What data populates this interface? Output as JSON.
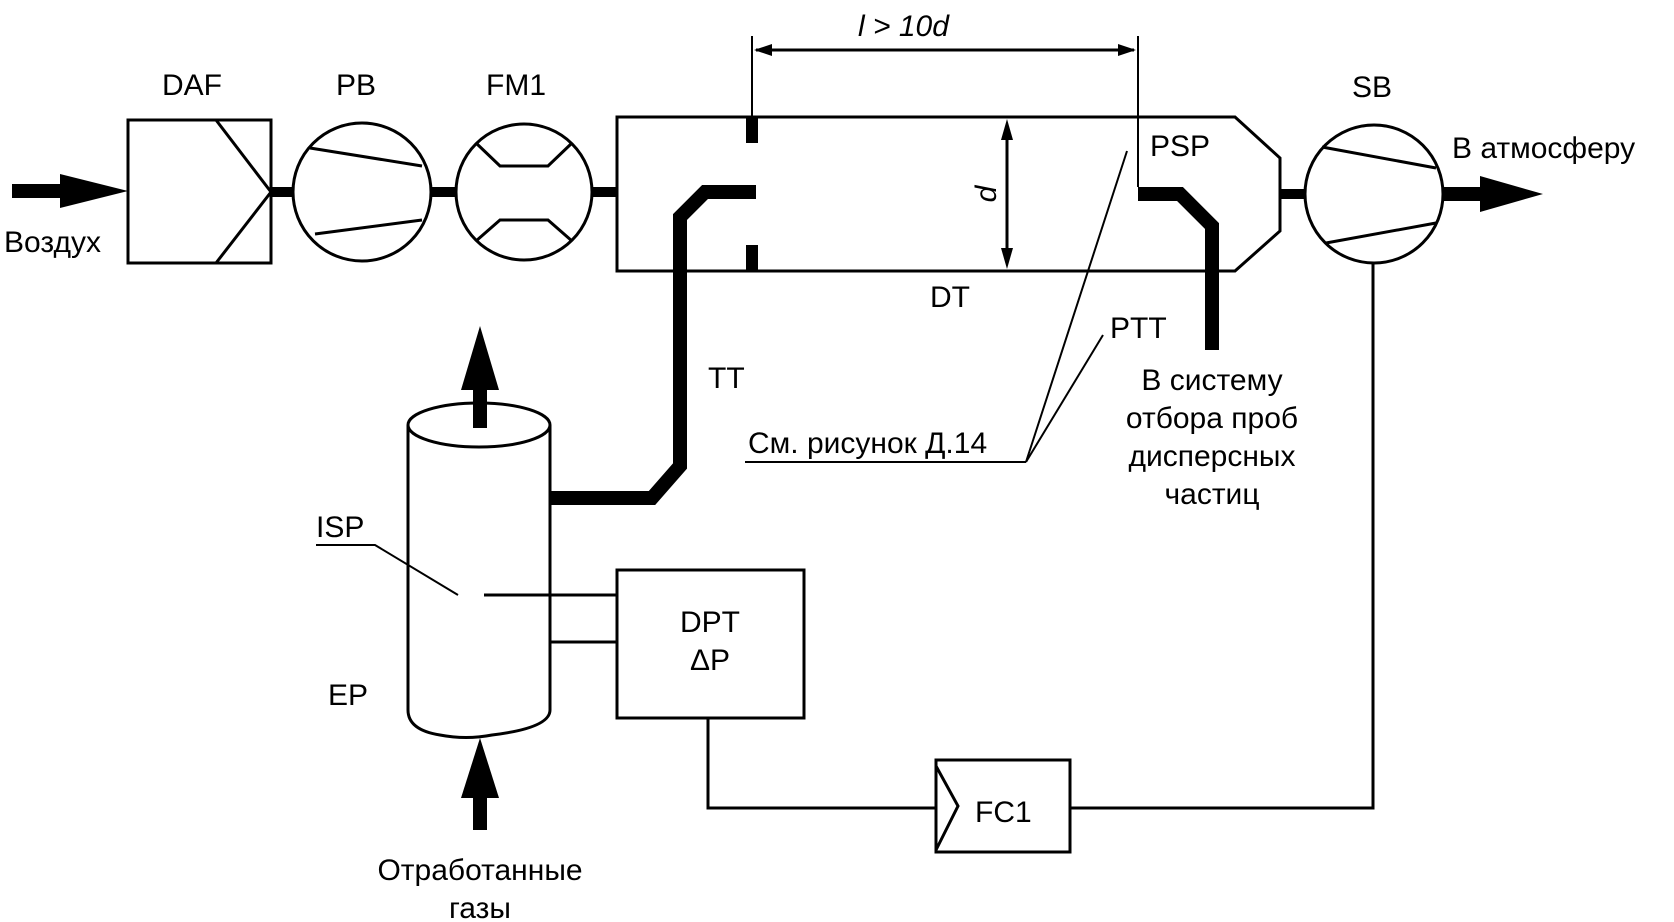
{
  "colors": {
    "ink": "#000000",
    "background": "#ffffff"
  },
  "components": {
    "daf": {
      "label": "DAF"
    },
    "pb": {
      "label": "PB"
    },
    "fm1": {
      "label": "FM1"
    },
    "dt": {
      "label": "DT"
    },
    "psp": {
      "label": "PSP"
    },
    "sb": {
      "label": "SB"
    },
    "tt": {
      "label": "TT"
    },
    "ptt": {
      "label": "PTT"
    },
    "isp": {
      "label": "ISP"
    },
    "ep": {
      "label": "EP"
    },
    "dpt": {
      "label": "DPT",
      "sublabel": "ΔP"
    },
    "fc1": {
      "label": "FC1"
    }
  },
  "flows": {
    "air_in": "Воздух",
    "to_atmosphere": "В атмосферу",
    "exhaust_line1": "Отработанные",
    "exhaust_line2": "газы",
    "to_sampling_line1": "В систему",
    "to_sampling_line2": "отбора проб",
    "to_sampling_line3": "дисперсных",
    "to_sampling_line4": "частиц"
  },
  "dimensions": {
    "length": "l > 10d",
    "diameter": "d"
  },
  "notes": {
    "see_figure": "См. рисунок Д.14"
  }
}
